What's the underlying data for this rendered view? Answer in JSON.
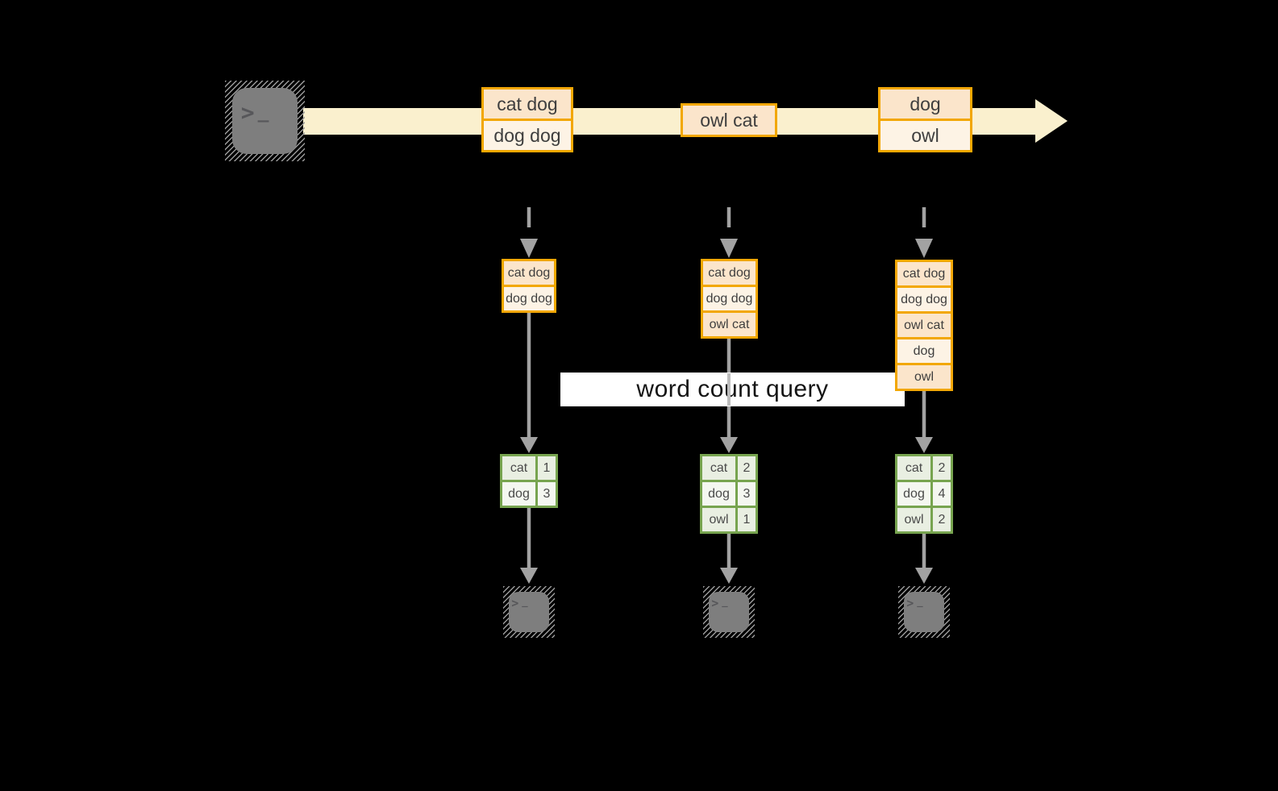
{
  "colors": {
    "background": "#000000",
    "accent_amber": "#F2A702",
    "fill_peach": "#FBE5CB",
    "fill_cream": "#FDF3E5",
    "stream_band": "#FAF0CE",
    "green_border": "#77A44F",
    "green_fill": "#E9EFE2",
    "green_fill_light": "#F4F7F0",
    "arrow_gray": "#A2A2A2",
    "terminal_gray": "#7E7E7E",
    "query_band": "#FFFFFF"
  },
  "source_terminal": {
    "chevron": ">",
    "cursor": "_"
  },
  "stream": {
    "batches": [
      {
        "messages": [
          "cat dog",
          "dog dog"
        ]
      },
      {
        "messages": [
          "owl cat"
        ]
      },
      {
        "messages": [
          "dog",
          "owl"
        ]
      }
    ]
  },
  "states": [
    {
      "messages": [
        "cat dog",
        "dog dog"
      ]
    },
    {
      "messages": [
        "cat dog",
        "dog dog",
        "owl cat"
      ]
    },
    {
      "messages": [
        "cat dog",
        "dog dog",
        "owl cat",
        "dog",
        "owl"
      ]
    }
  ],
  "query": {
    "label": "word count query"
  },
  "results": [
    {
      "rows": [
        {
          "word": "cat",
          "count": "1"
        },
        {
          "word": "dog",
          "count": "3"
        }
      ]
    },
    {
      "rows": [
        {
          "word": "cat",
          "count": "2"
        },
        {
          "word": "dog",
          "count": "3"
        },
        {
          "word": "owl",
          "count": "1"
        }
      ]
    },
    {
      "rows": [
        {
          "word": "cat",
          "count": "2"
        },
        {
          "word": "dog",
          "count": "4"
        },
        {
          "word": "owl",
          "count": "2"
        }
      ]
    }
  ],
  "output_terminals": [
    {
      "chevron": ">",
      "cursor": "_"
    },
    {
      "chevron": ">",
      "cursor": "_"
    },
    {
      "chevron": ">",
      "cursor": "_"
    }
  ]
}
